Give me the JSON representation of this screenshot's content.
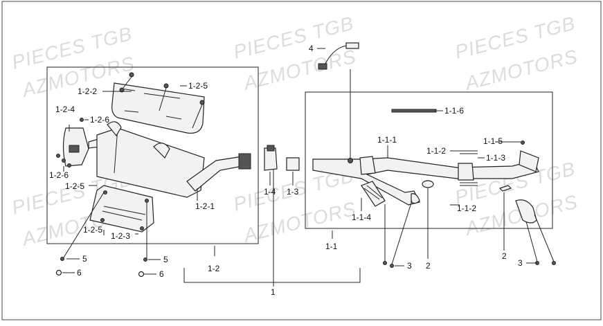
{
  "watermarks": [
    "PIECES TGB",
    "AZMOTORS"
  ],
  "labels": {
    "l_4": "4",
    "l_1_2_2": "1-2-2",
    "l_1_2_5a": "1-2-5",
    "l_1_2_4": "1-2-4",
    "l_1_2_6a": "1-2-6",
    "l_1_2_6b": "1-2-6",
    "l_1_2_5b": "1-2-5",
    "l_1_2_5c": "1-2-5",
    "l_1_2_3": "1-2-3",
    "l_1_2_1": "1-2-1",
    "l_1_4": "1-4",
    "l_1_3": "1-3",
    "l_1_1_6": "1-1-6",
    "l_1_1_1": "1-1-1",
    "l_1_1_5": "1-1-5",
    "l_1_1_2a": "1-1-2",
    "l_1_1_3": "1-1-3",
    "l_1_1_2b": "1-1-2",
    "l_1_1_4": "1-1-4",
    "l_1_1": "1-1",
    "l_2a": "2",
    "l_2b": "2",
    "l_3a": "3",
    "l_3b": "3",
    "l_5a": "5",
    "l_6a": "6",
    "l_5b": "5",
    "l_6b": "6",
    "l_1_2": "1-2",
    "l_1": "1"
  }
}
